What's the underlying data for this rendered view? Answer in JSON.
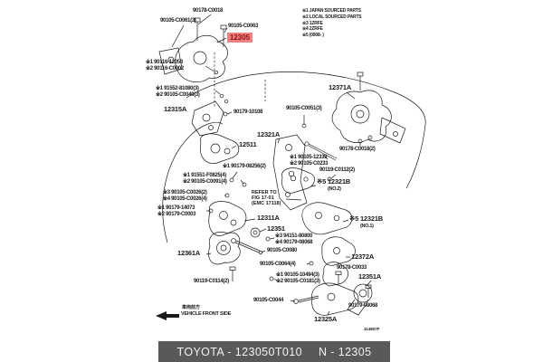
{
  "legend": {
    "items": [
      "※1 JAPAN SOURCED PARTS",
      "※2 LOCAL SOURCED PARTS",
      "※3 1ZRFE",
      "※4 2ZRFE",
      "※5 (0908-     )"
    ]
  },
  "highlight": {
    "part_number": "12305",
    "bg_color": "#f1807e",
    "text_color": "#8b1113"
  },
  "callouts": [
    "90178-C0018",
    "90105-C0061(3)",
    "90105-C0063",
    "※1 90116-12053",
    "※2 90116-C0002",
    "※1 91552-81080(3)",
    "※2 90105-C0040(3)",
    "12315A",
    "90179-10108",
    "12511",
    "12371A",
    "90105-C0051(3)",
    "12321A",
    "90178-C0018(2)",
    "※1 90105-12339",
    "※2 90105-C0233",
    "90119-C0112(2)",
    "※1 90179-08256(2)",
    "※1 91551-F0825(4)",
    "※2 90105-C0091(4)",
    "※3 90105-C0026(2)",
    "※4 90105-C0026(4)",
    "※1 90179-14073",
    "※2 90179-C0003",
    "※5 12321B",
    "(NO.2)",
    "※5 12321B",
    "(NO.1)",
    "12311A",
    "12351",
    "※3 94151-80800",
    "※4 90179-08068",
    "90105-C0080",
    "90105-C0064(4)",
    "※1 90105-10494(3)",
    "※2 90105-C0181(3)",
    "12361A",
    "90119-C0114(2)",
    "12372A",
    "90178-C0033",
    "12351A",
    "90179-08068",
    "12325A",
    "90105-C0044"
  ],
  "refer_note": {
    "lines": [
      "REFER TO",
      "FIG 17-01",
      "(EMC 17118)"
    ]
  },
  "front_marker": {
    "jp": "車両前方",
    "en": "VEHICLE FRONT SIDE"
  },
  "figure_code": "114807F",
  "footer": {
    "brand_part": "TOYOTA - 123050T010",
    "ref": "N - 12305",
    "bg_color": "#58595b"
  }
}
